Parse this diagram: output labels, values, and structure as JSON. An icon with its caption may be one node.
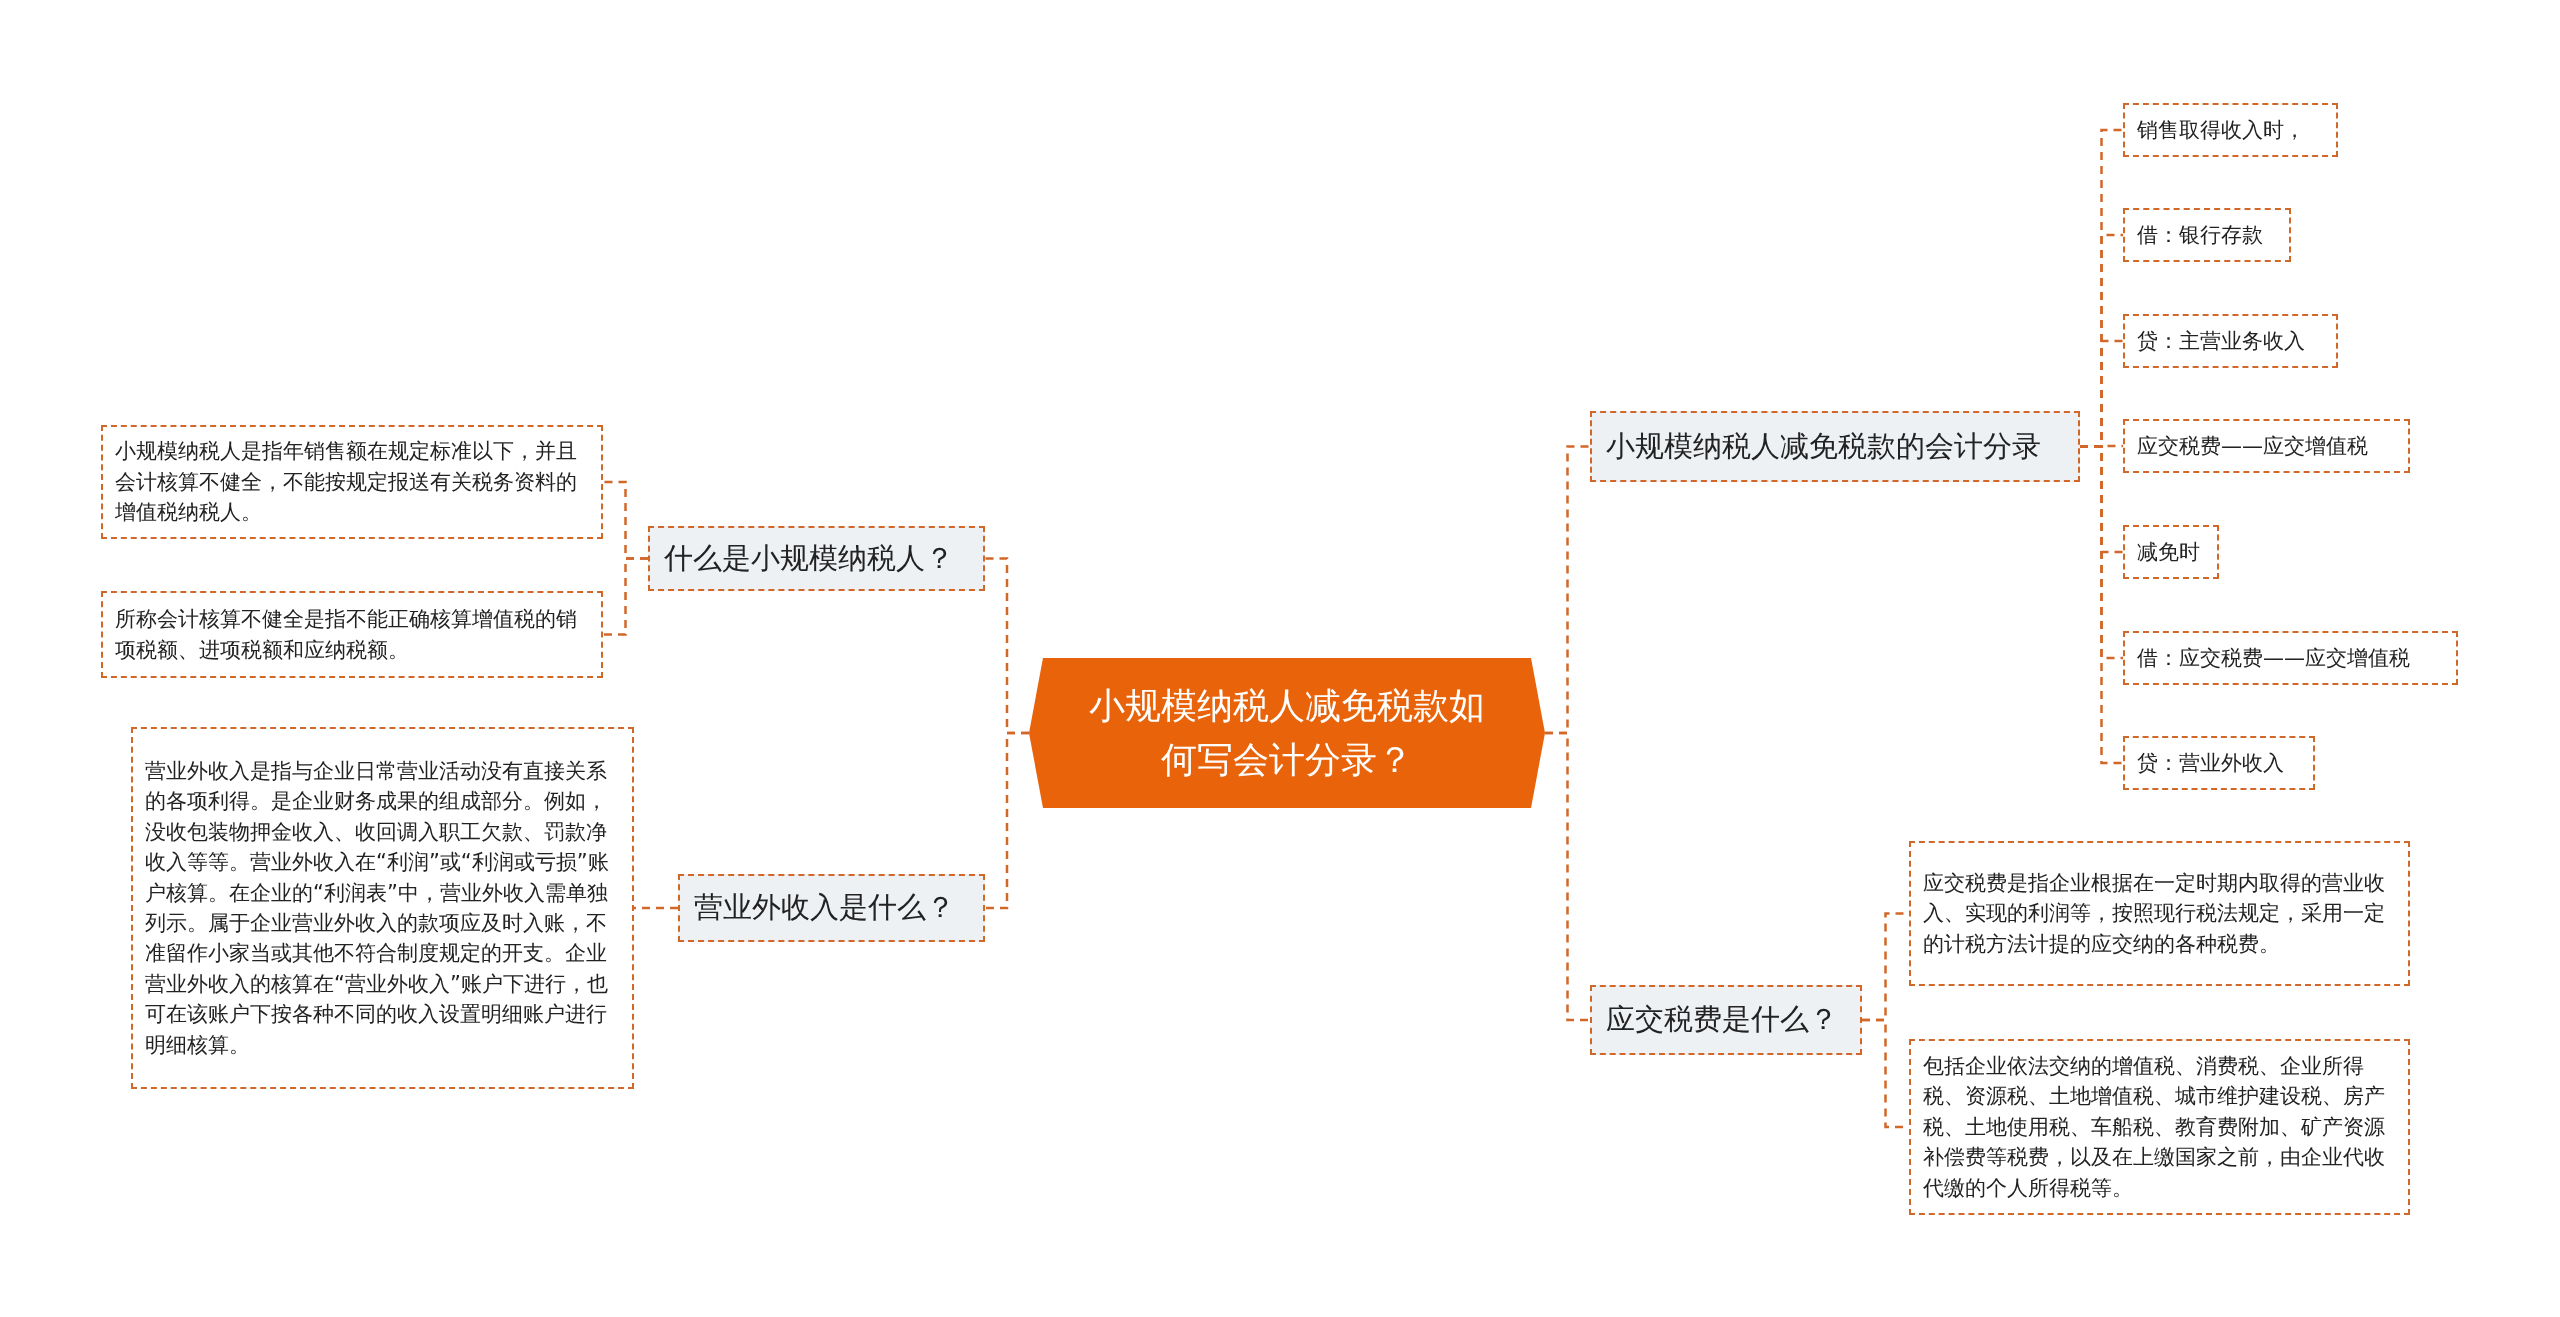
{
  "diagram": {
    "nodes": [
      {
        "text": [
          "小规模纳税人减免税款如何写会计分录？"
        ]
      },
      {
        "text": [
          "什么是小规模纳税人？"
        ]
      },
      {
        "text": [
          "小规模纳税人是指年销售额在规定标准以下，并且会计核算不健全，不能按规定报送有关税务资料的增值税纳税人。"
        ]
      },
      {
        "text": [
          "所称会计核算不健全是指不能正确核算增值税的销项税额、进项税额和应纳税额。"
        ]
      },
      {
        "text": [
          "营业外收入是什么？"
        ]
      },
      {
        "text": [
          "营业外收入是指与企业日常营业活动没有直接关系的各项利得。是企业财务成果的组成部分。例如，没收包装物押金收入、收回调入职工欠款、罚款净收入等等。营业外收入在“利润”或“利润或亏损”账户核算。在企业的“利润表”中，营业外收入需单独列示。属于企业营业外收入的款项应及时入账，不准留作小家当或其他不符合制度规定的开支。企业营业外收入的核算在“营业外收入”账户下进行，也可在该账户下按各种不同的收入设置明细账户进行明细核算。"
        ]
      },
      {
        "text": [
          "小规模纳税人减免税款的会计分录"
        ]
      },
      {
        "text": [
          "销售取得收入时，"
        ]
      },
      {
        "text": [
          "借：银行存款"
        ]
      },
      {
        "text": [
          "贷：主营业务收入"
        ]
      },
      {
        "text": [
          "应交税费——应交增值税"
        ]
      },
      {
        "text": [
          "减免时"
        ]
      },
      {
        "text": [
          "借：应交税费——应交增值税"
        ]
      },
      {
        "text": [
          "贷：营业外收入"
        ]
      },
      {
        "text": [
          "应交税费是什么？"
        ]
      },
      {
        "text": [
          "应交税费是指企业根据在一定时期内取得的营业收入、实现的利润等，按照现行税法规定，采用一定的计税方法计提的应交纳的各种税费。"
        ]
      },
      {
        "text": [
          "包括企业依法交纳的增值税、消费税、企业所得税、资源税、土地增值税、城市维护建设税、房产税、土地使用税、车船税、教育费附加、矿产资源补偿费等税费，以及在上缴国家之前，由企业代收代缴的个人所得税等。"
        ]
      }
    ],
    "edges": [
      {
        "from": 0,
        "to": 1,
        "arrow": "none",
        "style": "dashed"
      },
      {
        "from": 1,
        "to": 2,
        "arrow": "none",
        "style": "dashed"
      },
      {
        "from": 1,
        "to": 3,
        "arrow": "none",
        "style": "dashed"
      },
      {
        "from": 0,
        "to": 4,
        "arrow": "none",
        "style": "dashed"
      },
      {
        "from": 4,
        "to": 5,
        "arrow": "none",
        "style": "dashed"
      },
      {
        "from": 0,
        "to": 6,
        "arrow": "none",
        "style": "dashed"
      },
      {
        "from": 6,
        "to": 7,
        "arrow": "none",
        "style": "dashed"
      },
      {
        "from": 6,
        "to": 8,
        "arrow": "none",
        "style": "dashed"
      },
      {
        "from": 6,
        "to": 9,
        "arrow": "none",
        "style": "dashed"
      },
      {
        "from": 6,
        "to": 10,
        "arrow": "none",
        "style": "dashed"
      },
      {
        "from": 6,
        "to": 11,
        "arrow": "none",
        "style": "dashed"
      },
      {
        "from": 6,
        "to": 12,
        "arrow": "none",
        "style": "dashed"
      },
      {
        "from": 6,
        "to": 13,
        "arrow": "none",
        "style": "dashed"
      },
      {
        "from": 0,
        "to": 14,
        "arrow": "none",
        "style": "dashed"
      },
      {
        "from": 14,
        "to": 15,
        "arrow": "none",
        "style": "dashed"
      },
      {
        "from": 14,
        "to": 16,
        "arrow": "none",
        "style": "dashed"
      }
    ]
  }
}
